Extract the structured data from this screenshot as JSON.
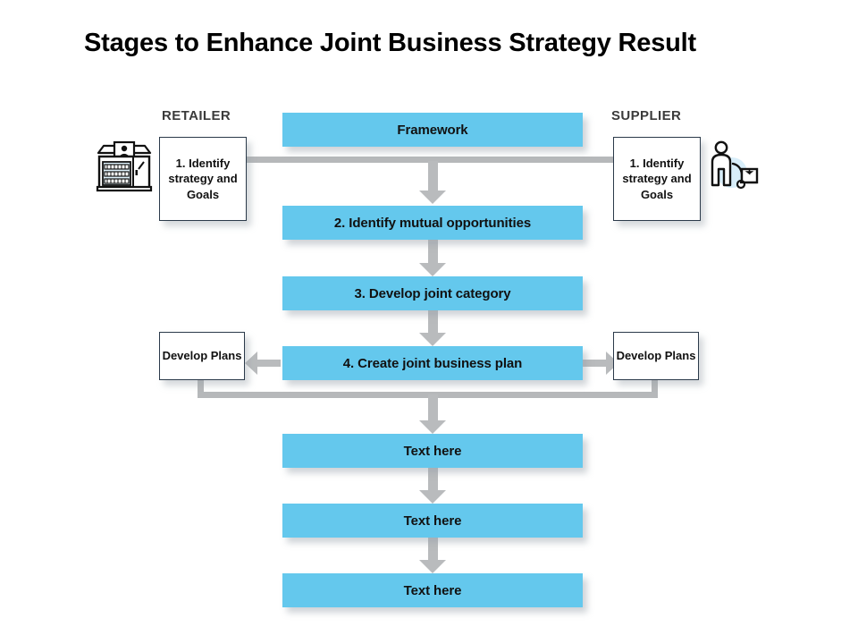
{
  "slide": {
    "title": "Stages to Enhance Joint Business Strategy Result",
    "background_color": "#ffffff",
    "accent_color": "#64c8ed",
    "connector_color": "#b9bbbd"
  },
  "columns": {
    "left_label": "RETAILER",
    "right_label": "SUPPLIER"
  },
  "icons": {
    "retailer": "storefront-icon",
    "supplier": "delivery-person-icon"
  },
  "side_boxes": {
    "left_identify": "1. Identify strategy and Goals",
    "right_identify": "1. Identify strategy and Goals",
    "left_plans": "Develop Plans",
    "right_plans": "Develop Plans"
  },
  "flow_steps": [
    {
      "id": "framework",
      "label": "Framework"
    },
    {
      "id": "step-2",
      "label": "2. Identify mutual opportunities"
    },
    {
      "id": "step-3",
      "label": "3. Develop joint category"
    },
    {
      "id": "step-4",
      "label": "4. Create joint business plan"
    },
    {
      "id": "text-1",
      "label": "Text here"
    },
    {
      "id": "text-2",
      "label": "Text here"
    },
    {
      "id": "text-3",
      "label": "Text here"
    }
  ]
}
